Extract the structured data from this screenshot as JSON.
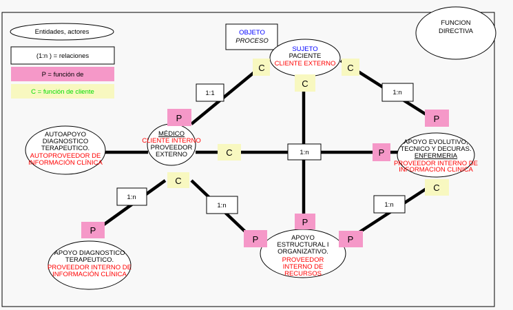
{
  "legend": {
    "entities": "Entidades, actores",
    "relations": "(1:n ) = relaciones",
    "p_func": "P = función de",
    "c_func": "C = función de cliente"
  },
  "directiva": [
    "FUNCION",
    "DIRECTIVA"
  ],
  "objeto": {
    "line1": "OBJETO",
    "line2": "PROCESO"
  },
  "sujeto": {
    "line1": "SUJETO",
    "line2": "PACIENTE",
    "line3": "CLIENTE EXTERNO"
  },
  "medico": {
    "line1": "MÉDICO",
    "line2": "CLIENTE INTERNO",
    "line3": "PROVEEDOR",
    "line4": "EXTERNO"
  },
  "autoapoyo": {
    "line1": "AUTOAPOYO",
    "line2": "DIAGNOSTICO",
    "line3": "TERAPEUTICO.",
    "line4": "AUTOPROVEEDOR DE",
    "line5": "INFORMACIÓN CLÍNICA"
  },
  "evolutivo": {
    "line1": "APOYO EVOLUTIVO,",
    "line2": "TECNICO Y DECURAS.",
    "line3": "ENFERMERIA",
    "line4": "PROVEEDOR INTERNO DE",
    "line5": "INFORMACION CLINICA"
  },
  "diagnostico": {
    "line1": "APOYO DIAGNOSTICO",
    "line2": "TERAPEUTICO.",
    "line3": "PROVEEDOR INTERNO DE",
    "line4": "INFORMACIÓN CLÍNICA"
  },
  "estructural": {
    "line1": "APOYO",
    "line2": "ESTRUCTURAL I",
    "line3": "ORGANIZATIVO.",
    "line4": "PROVEEDOR",
    "line5": "INTERNO DE",
    "line6": "RECURSOS"
  },
  "labels": {
    "p": "P",
    "c": "C",
    "r11": "1:1",
    "r1n": "1:n"
  }
}
